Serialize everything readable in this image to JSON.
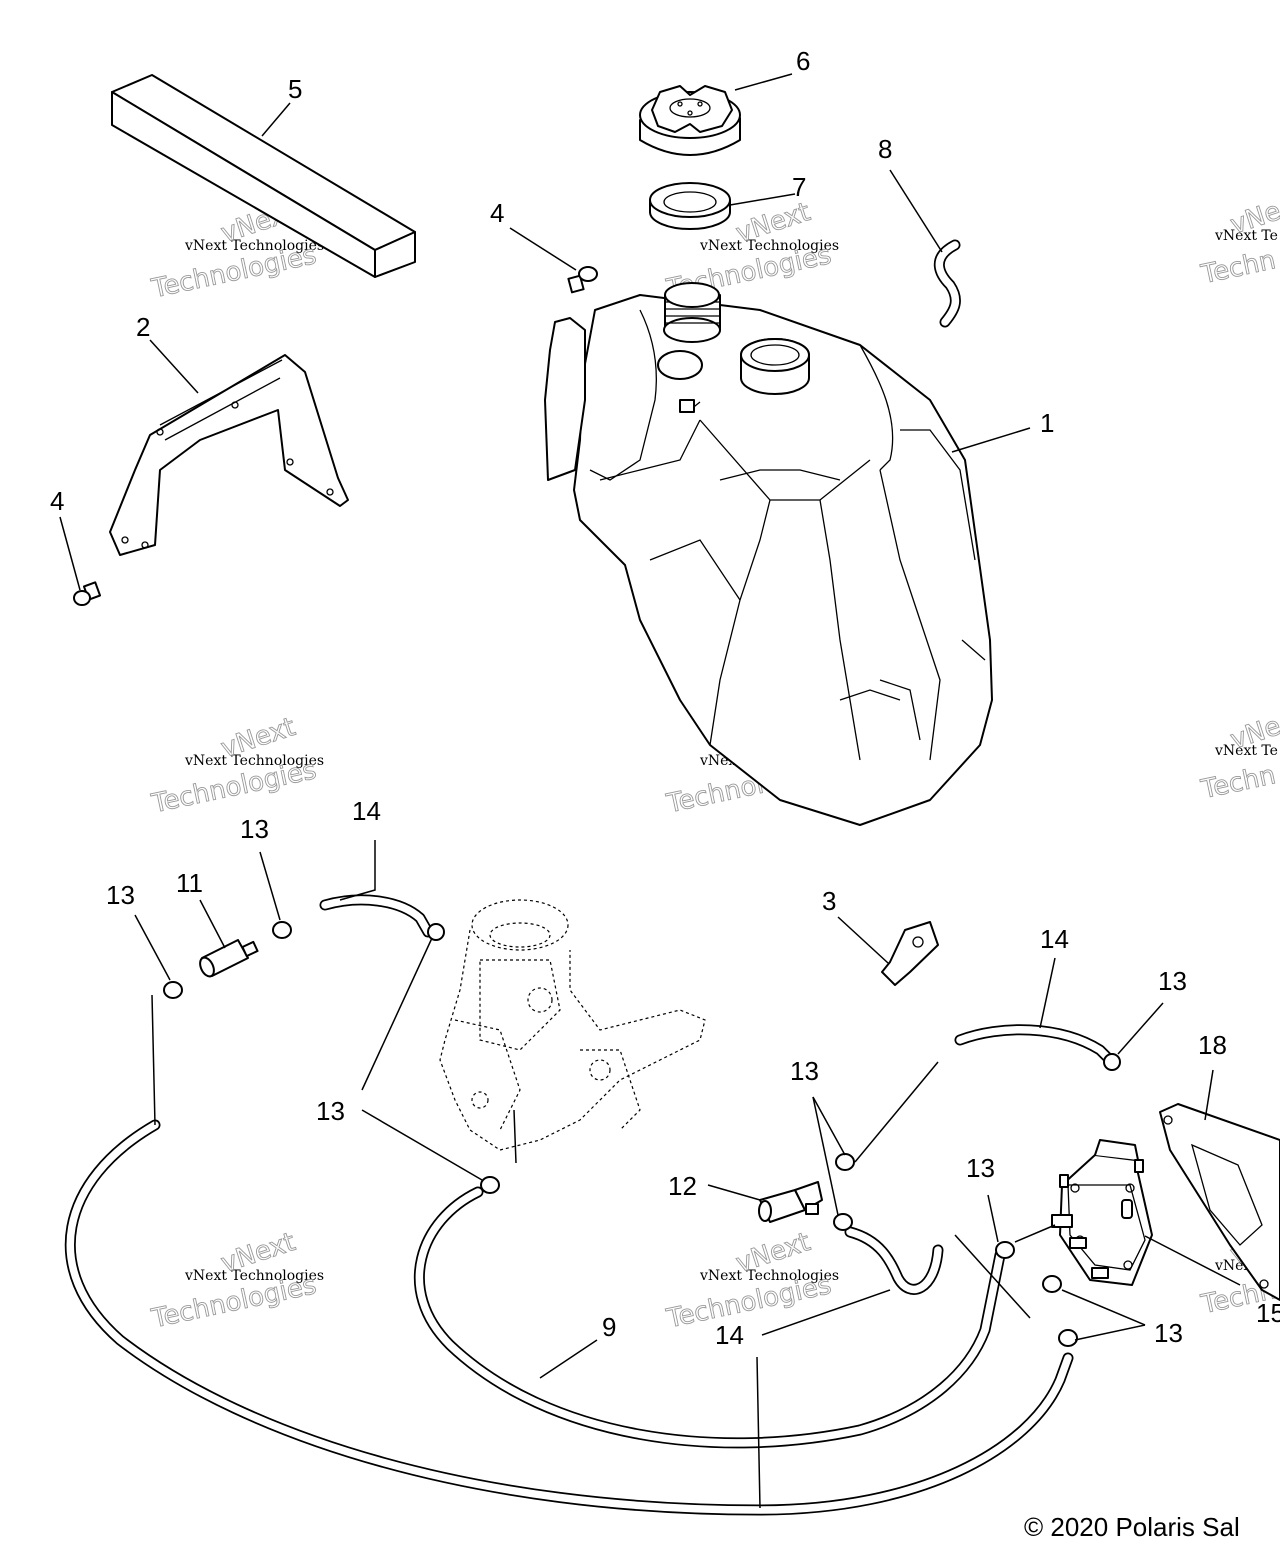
{
  "callouts": {
    "c1": "1",
    "c2": "2",
    "c3": "3",
    "c4a": "4",
    "c4b": "4",
    "c5": "5",
    "c6": "6",
    "c7": "7",
    "c8": "8",
    "c9": "9",
    "c11": "11",
    "c12": "12",
    "c13a": "13",
    "c13b": "13",
    "c13c": "13",
    "c13d": "13",
    "c13e": "13",
    "c13f": "13",
    "c13g": "13",
    "c14a": "14",
    "c14b": "14",
    "c14c": "14",
    "c15": "15",
    "c18": "18"
  },
  "watermark": {
    "line1": "vNext Technologies",
    "line2": "vNext",
    "line3": "Technologies",
    "partial1": "vNext Te",
    "partial2": "vNe",
    "partial3": "Techn"
  },
  "copyright": "© 2020 Polaris Sal"
}
